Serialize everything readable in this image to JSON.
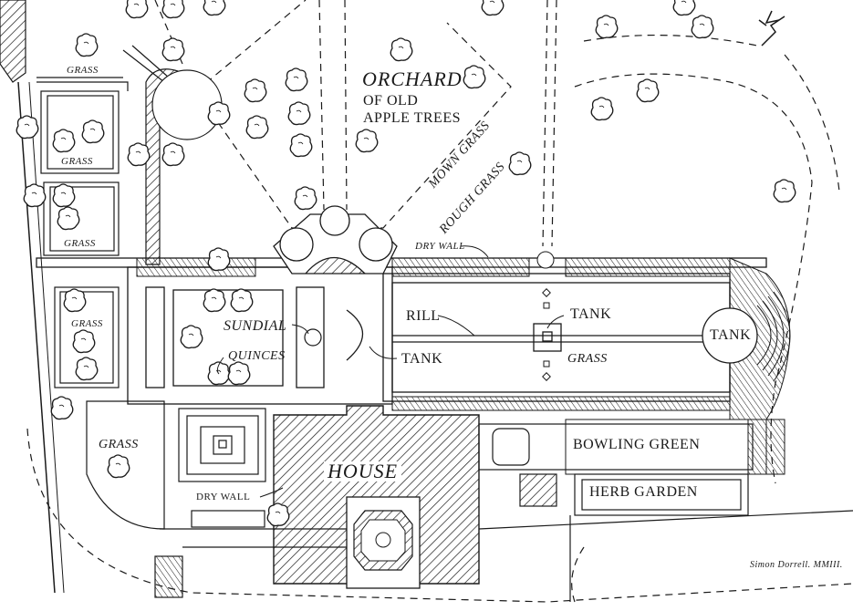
{
  "labels": {
    "orchard_title": "ORCHARD",
    "orchard_sub1": "OF OLD",
    "orchard_sub2": "APPLE TREES",
    "mown_grass": "MOWN GRASS",
    "rough_grass": "ROUGH GRASS",
    "grass_top_left": "GRASS",
    "grass_left_2": "GRASS",
    "grass_left_3": "GRASS",
    "grass_left_4": "GRASS",
    "grass_left_5": "GRASS",
    "grass_rill": "GRASS",
    "dry_wall_top": "DRY WALL",
    "dry_wall_bottom": "DRY WALL",
    "rill": "RILL",
    "tank_center": "TANK",
    "tank_left": "TANK",
    "tank_right": "TANK",
    "sundial": "SUNDIAL",
    "quinces": "QUINCES",
    "house": "HOUSE",
    "bowling_green": "BOWLING GREEN",
    "herb_garden": "HERB GARDEN",
    "signature": "Simon Dorrell. MMIII."
  },
  "colors": {
    "ink": "#1a1a1a",
    "paper": "#ffffff"
  },
  "icons": {
    "north_arrow": "north-arrow-icon"
  }
}
